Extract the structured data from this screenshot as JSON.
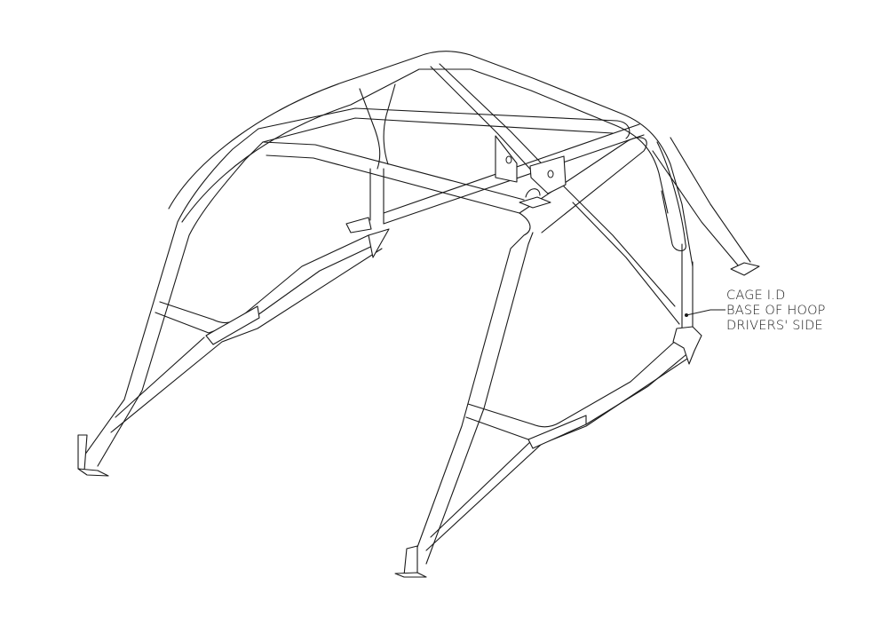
{
  "diagram": {
    "subject": "roll cage isometric line drawing",
    "line_color": "#1a1a1a",
    "background": "#ffffff"
  },
  "callout": {
    "lines": [
      "CAGE I.D",
      "BASE OF HOOP",
      "DRIVERS' SIDE"
    ],
    "anchor": "base of main hoop, drivers' side"
  }
}
